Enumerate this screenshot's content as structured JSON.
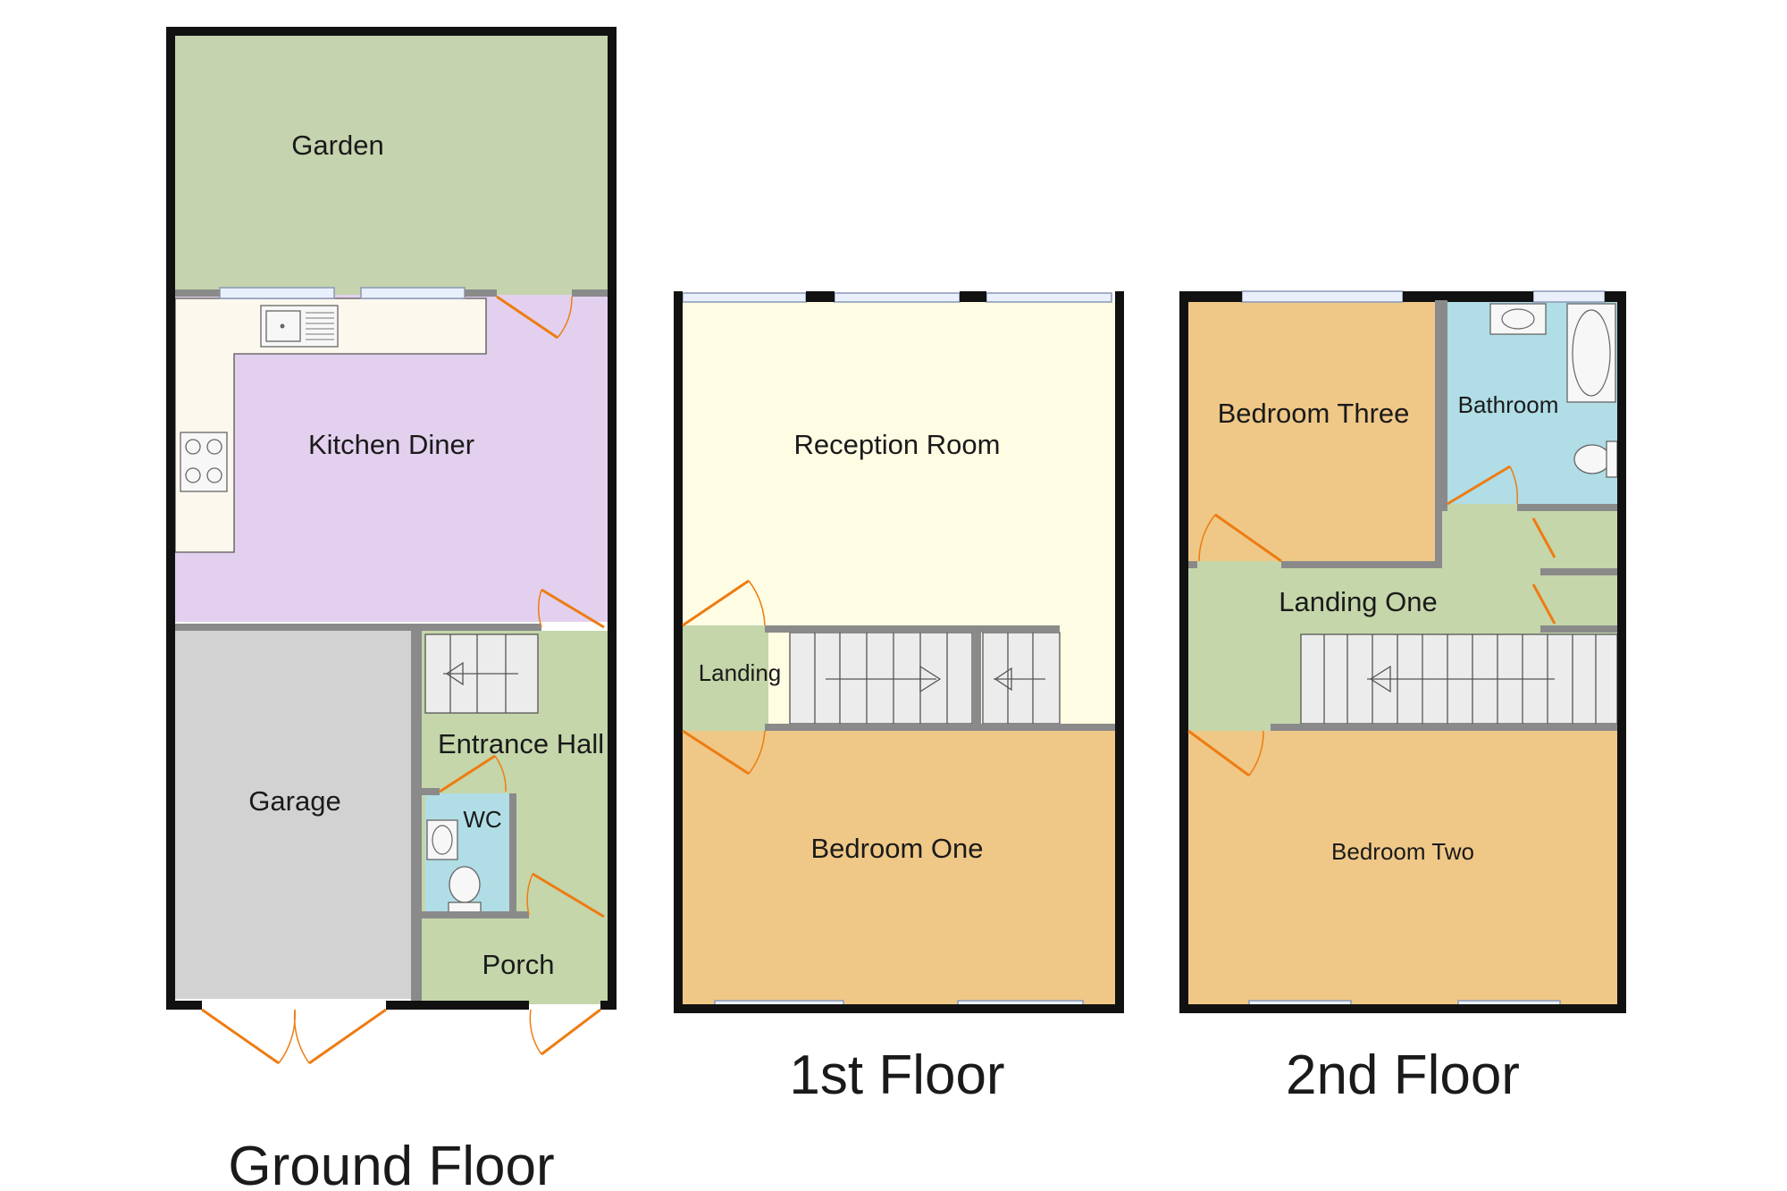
{
  "floors": {
    "ground": {
      "title": "Ground Floor",
      "rooms": {
        "garden": "Garden",
        "kitchen": "Kitchen Diner",
        "garage": "Garage",
        "hall": "Entrance Hall",
        "wc": "WC",
        "porch": "Porch"
      }
    },
    "first": {
      "title": "1st Floor",
      "rooms": {
        "reception": "Reception Room",
        "landing": "Landing",
        "bed1": "Bedroom One"
      }
    },
    "second": {
      "title": "2nd Floor",
      "rooms": {
        "bed3": "Bedroom Three",
        "bath": "Bathroom",
        "landing1": "Landing One",
        "bed2": "Bedroom Two"
      }
    }
  },
  "colors": {
    "garden": "#c5d3ae",
    "kitchen": "#e3d0ee",
    "worktop": "#fdf8ee",
    "garage": "#d2d2d2",
    "hall": "#c5d6aa",
    "wc": "#b0dde6",
    "reception": "#fefce3",
    "bedroom": "#efc887",
    "bathroom": "#b0dde6",
    "door": "#ee7c12",
    "wall": "#111111"
  }
}
